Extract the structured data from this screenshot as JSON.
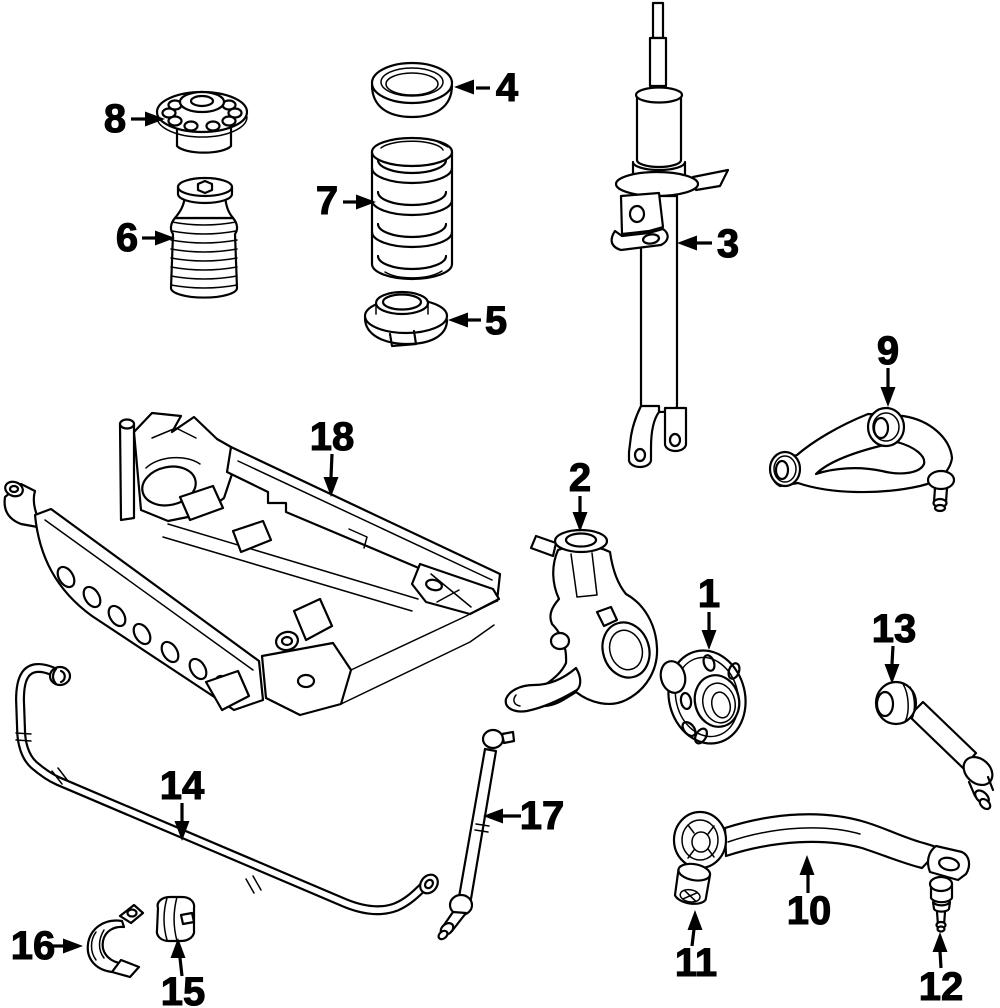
{
  "page": {
    "background": "#ffffff",
    "ink": "#000000"
  },
  "diagram": {
    "kind": "exploded-parts-diagram",
    "subject": "front-suspension-components",
    "parts": [
      {
        "id": "1",
        "name": "wheel-hub"
      },
      {
        "id": "2",
        "name": "steering-knuckle"
      },
      {
        "id": "3",
        "name": "strut"
      },
      {
        "id": "4",
        "name": "upper-spring-seat"
      },
      {
        "id": "5",
        "name": "lower-spring-seat"
      },
      {
        "id": "6",
        "name": "dust-boot"
      },
      {
        "id": "7",
        "name": "coil-spring"
      },
      {
        "id": "8",
        "name": "strut-mount"
      },
      {
        "id": "9",
        "name": "upper-control-arm"
      },
      {
        "id": "10",
        "name": "lower-control-arm"
      },
      {
        "id": "11",
        "name": "control-arm-bushing"
      },
      {
        "id": "12",
        "name": "ball-joint"
      },
      {
        "id": "13",
        "name": "tension-strut"
      },
      {
        "id": "14",
        "name": "stabilizer-bar"
      },
      {
        "id": "15",
        "name": "stabilizer-bar-bushing"
      },
      {
        "id": "16",
        "name": "stabilizer-bar-bracket"
      },
      {
        "id": "17",
        "name": "stabilizer-link"
      },
      {
        "id": "18",
        "name": "suspension-crossmember"
      }
    ]
  }
}
